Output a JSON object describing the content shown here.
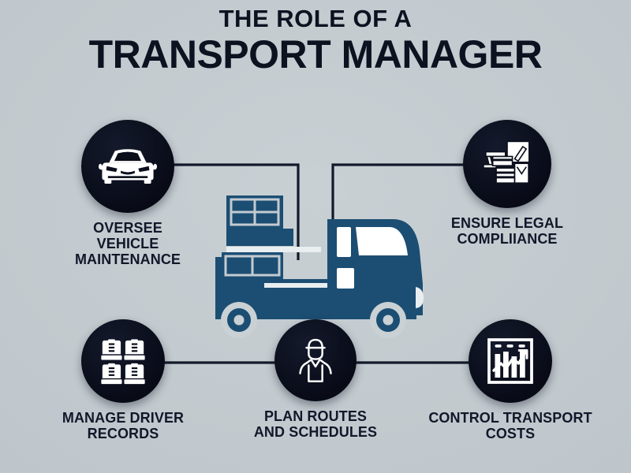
{
  "theme": {
    "background": "#c3cbd0",
    "ink": "#0d1220",
    "circle_fill": "#0a0d1a",
    "icon_stroke": "#ffffff",
    "truck_blue": "#1c4e73",
    "truck_blue_dark": "#16405f",
    "connector": "#121a2b"
  },
  "title": {
    "line1": "THE ROLE OF A",
    "line2": "TRANSPORT MANAGER"
  },
  "center_graphic": {
    "name": "delivery-truck-illustration",
    "description": "Flat navy delivery truck facing right carrying stacked cargo boxes"
  },
  "nodes": [
    {
      "id": "oversee-vehicle-maintenance",
      "label": "OVERSEE\nVEHICLE\nMAINTENANCE",
      "icon": "car-front-icon",
      "circle_diameter": 118,
      "position": "top-left"
    },
    {
      "id": "ensure-legal-compliance",
      "label": "ENSURE LEGAL\nCOMPLIIANCE",
      "icon": "documents-clipboard-pen-icon",
      "circle_diameter": 112,
      "position": "top-right"
    },
    {
      "id": "manage-driver-records",
      "label": "MANAGE DRIVER\nRECORDS",
      "icon": "file-folders-grid-icon",
      "circle_diameter": 106,
      "position": "bottom-left"
    },
    {
      "id": "plan-routes-and-schedules",
      "label": "PLAN ROUTES\nAND SCHEDULES",
      "icon": "driver-person-cap-icon",
      "circle_diameter": 104,
      "position": "bottom-center"
    },
    {
      "id": "control-transport-costs",
      "label": "CONTROL TRANSPORT\nCOSTS",
      "icon": "bar-chart-growth-icon",
      "circle_diameter": 106,
      "position": "bottom-right"
    }
  ]
}
